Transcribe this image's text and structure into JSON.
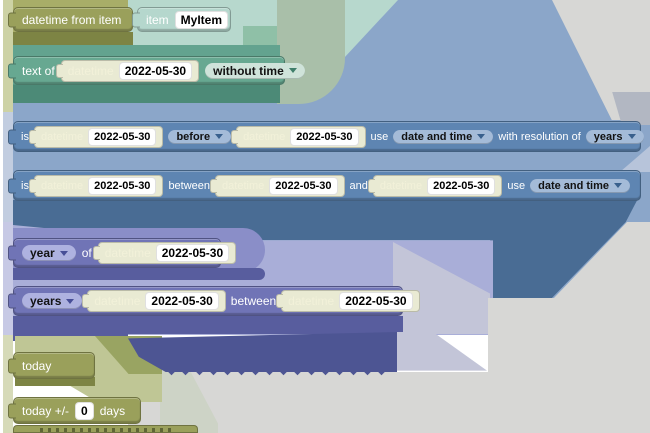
{
  "app": "Blockly date-and-time blocks overview",
  "colors": {
    "olive_block": "#9aa05b",
    "olive_shadow": "#7d8444",
    "olive_light": "#bfc695",
    "olive_mid": "#99a462",
    "teal_block": "#67a891",
    "teal_dark": "#4c8a77",
    "teal_item": "#b5d7cd",
    "green_mid": "#8fc0a7",
    "green_gray": "#a9bfa9",
    "blue_giant": "#8ba6c9",
    "blue_block": "#5e85b2",
    "blue_dark": "#496c94",
    "blue_pale": "#b7c4da",
    "peri_base": "#a9aed8",
    "peri_block": "#7074b6",
    "peri_dark": "#585d9e",
    "lavender": "#c3c5d8",
    "indigo": "#4d5593",
    "cream": "#e9ead3",
    "cream_label": "#f2f1d9",
    "gray_bg": "#d7d7d5",
    "gray_blue": "#b2b7c2",
    "dropdown_teal": "#cfe3da",
    "dropdown_blue": "#a4bbd8",
    "dropdown_peri": "#aeb2e0"
  },
  "blocks": {
    "datetime_from_item": {
      "label": "datetime from item",
      "item_label": "item",
      "item_value": "MyItem"
    },
    "text_of": {
      "label": "text of",
      "dt_label": "datetime",
      "dt_value": "2022-05-30",
      "mode": "without time"
    },
    "is_before": {
      "is": "is",
      "dt1_label": "datetime",
      "dt1_value": "2022-05-30",
      "op": "before",
      "dt2_label": "datetime",
      "dt2_value": "2022-05-30",
      "use": "use",
      "use_value": "date and time",
      "resolution": "with resolution of",
      "resolution_value": "years"
    },
    "is_between": {
      "is": "is",
      "dt1_label": "datetime",
      "dt1_value": "2022-05-30",
      "between": "between",
      "dt2_label": "datetime",
      "dt2_value": "2022-05-30",
      "and": "and",
      "dt3_label": "datetime",
      "dt3_value": "2022-05-30",
      "use": "use",
      "use_value": "date and time"
    },
    "unit_of": {
      "unit": "year",
      "of": "of",
      "dt_label": "datetime",
      "dt_value": "2022-05-30"
    },
    "units_between": {
      "unit": "years",
      "dt1_label": "datetime",
      "dt1_value": "2022-05-30",
      "between": "between",
      "dt2_label": "datetime",
      "dt2_value": "2022-05-30"
    },
    "today": {
      "label": "today"
    },
    "today_offset": {
      "label": "today +/-",
      "value": "0",
      "suffix": "days"
    }
  }
}
